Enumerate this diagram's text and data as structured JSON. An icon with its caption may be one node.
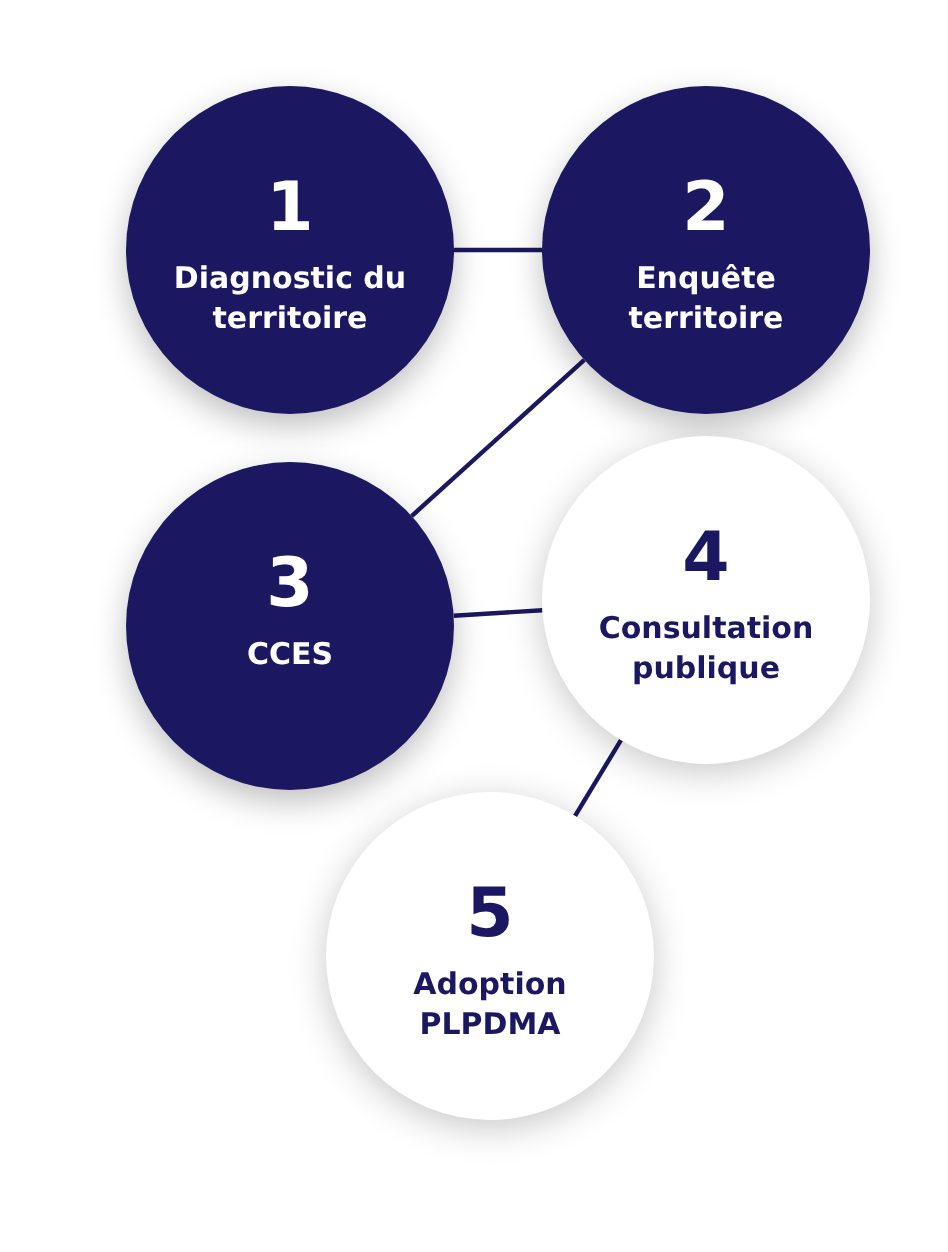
{
  "diagram": {
    "nodes": [
      {
        "text": [
          "1",
          "Diagnostic du territoire"
        ]
      },
      {
        "text": [
          "2",
          "Enquête territoire"
        ]
      },
      {
        "text": [
          "3",
          "CCES"
        ]
      },
      {
        "text": [
          "4",
          "Consultation publique"
        ]
      },
      {
        "text": [
          "5",
          "Adoption PLPDMA"
        ]
      }
    ],
    "edges": [
      {
        "from": 0,
        "to": 1,
        "arrow": "none"
      },
      {
        "from": 1,
        "to": 2,
        "arrow": "none"
      },
      {
        "from": 2,
        "to": 3,
        "arrow": "none"
      },
      {
        "from": 3,
        "to": 4,
        "arrow": "none"
      }
    ]
  }
}
